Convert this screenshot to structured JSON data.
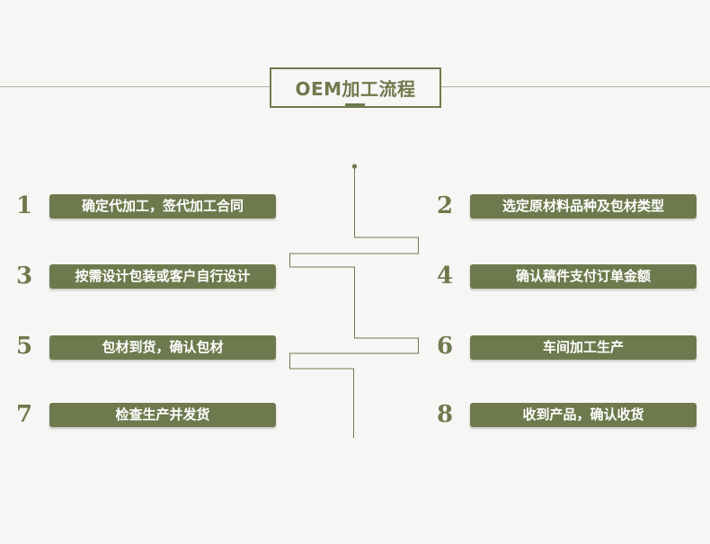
{
  "header": {
    "title": "OEM加工流程"
  },
  "steps": [
    {
      "num": "1",
      "label": "确定代加工，签代加工合同"
    },
    {
      "num": "2",
      "label": "选定原材料品种及包材类型"
    },
    {
      "num": "3",
      "label": "按需设计包装或客户自行设计"
    },
    {
      "num": "4",
      "label": "确认稿件支付订单金额"
    },
    {
      "num": "5",
      "label": "包材到货，确认包材"
    },
    {
      "num": "6",
      "label": "车间加工生产"
    },
    {
      "num": "7",
      "label": "检查生产并发货"
    },
    {
      "num": "8",
      "label": "收到产品，确认收货"
    }
  ],
  "colors": {
    "accent": "#6e7a4d",
    "background": "#f8f6f5",
    "divider": "#b3b09f"
  }
}
